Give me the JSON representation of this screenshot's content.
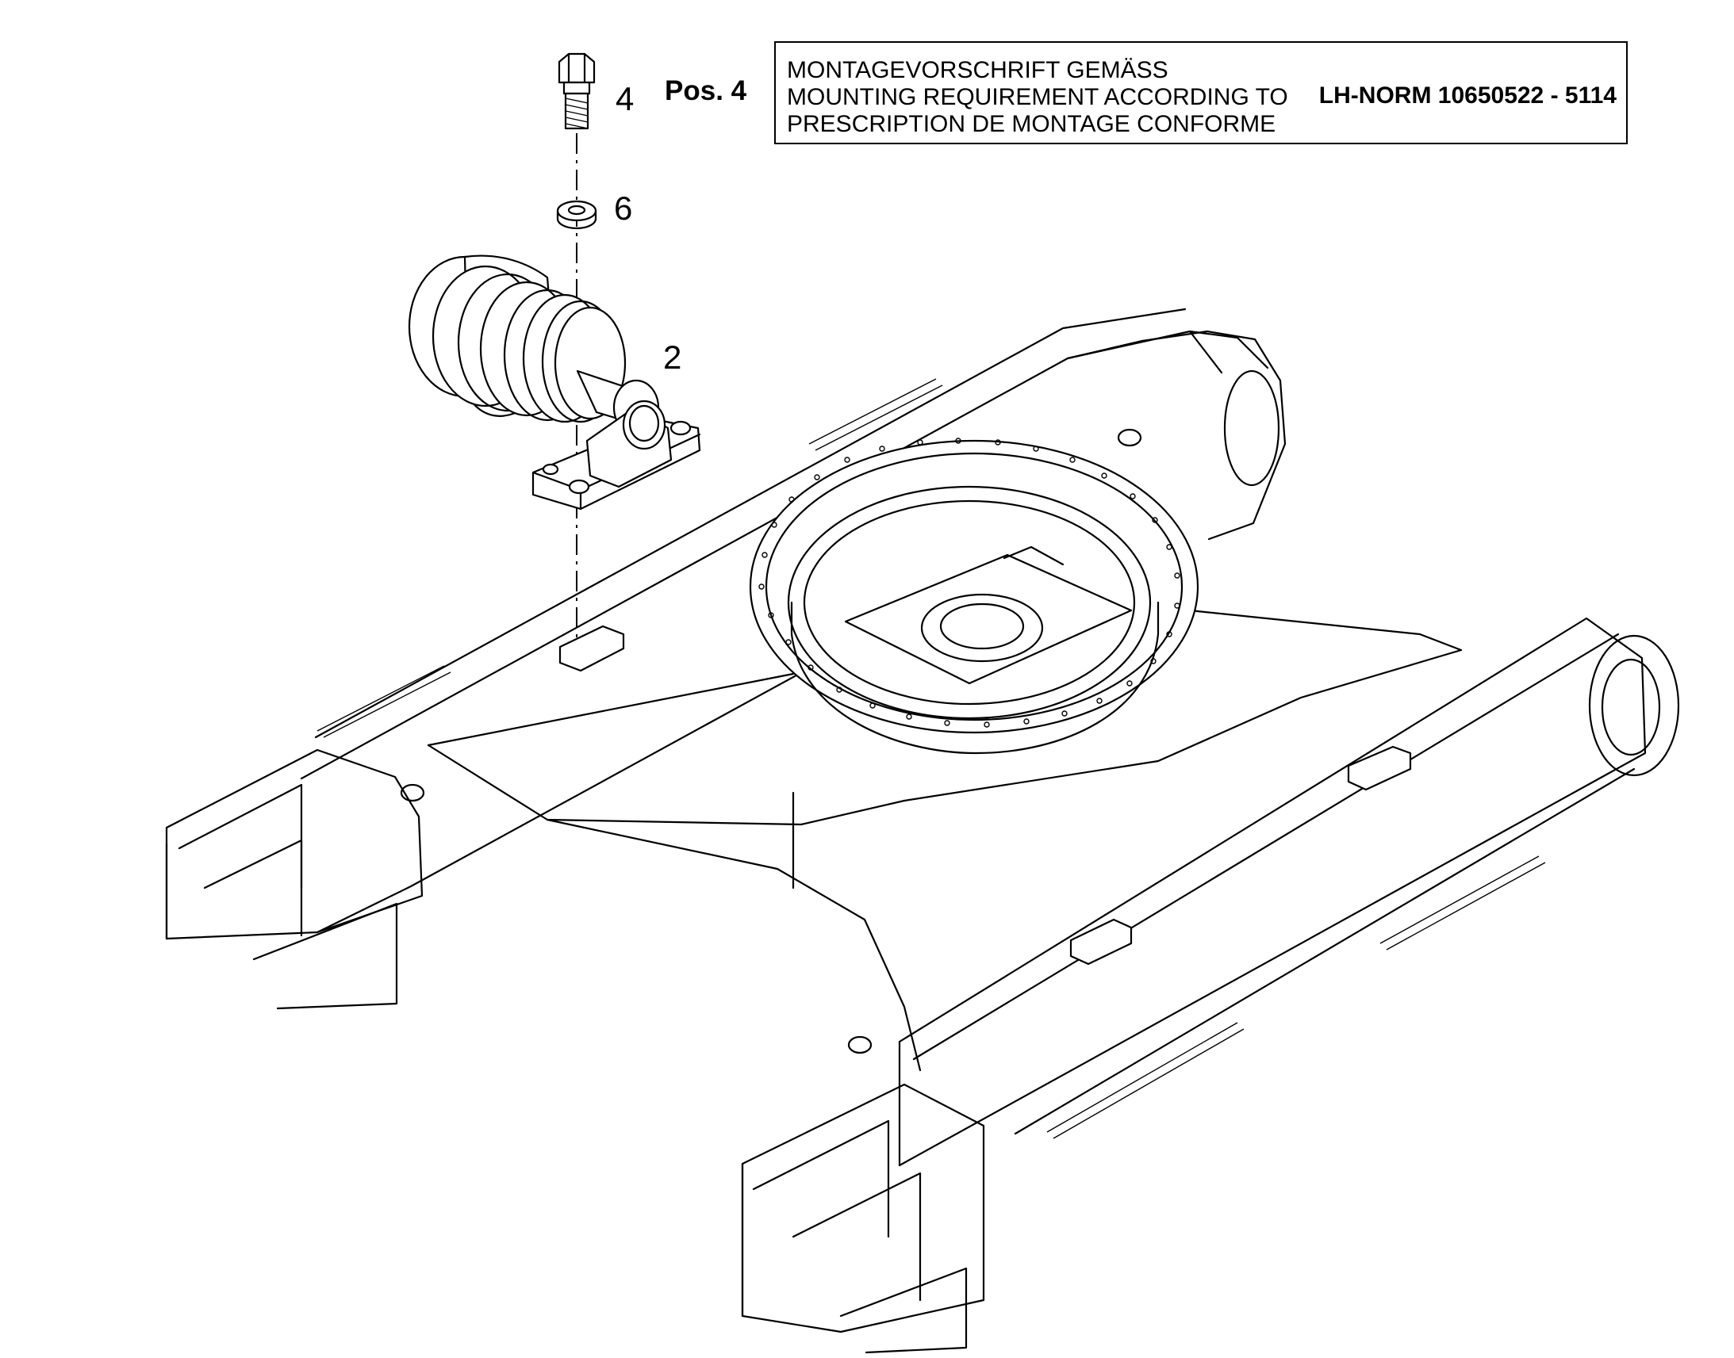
{
  "callouts": {
    "bolt": "4",
    "washer": "6",
    "roller": "2"
  },
  "position_note": {
    "label": "Pos. 4",
    "line_de": "MONTAGEVORSCHRIFT GEMÄSS",
    "line_en": "MOUNTING REQUIREMENT ACCORDING TO",
    "line_fr": "PRESCRIPTION DE MONTAGE CONFORME",
    "norm": "LH-NORM 10650522 - 5114"
  }
}
